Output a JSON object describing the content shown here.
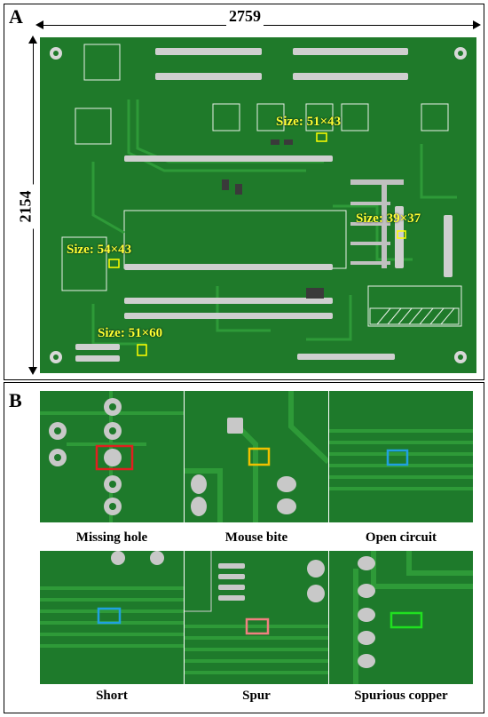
{
  "panel_a": {
    "letter": "A",
    "width_label": "2759",
    "height_label": "2154",
    "size_labels": [
      "Size: 51×43",
      "Size: 39×37",
      "Size: 54×43",
      "Size: 51×60"
    ],
    "box_color": "#ffff00"
  },
  "panel_b": {
    "letter": "B",
    "defects": [
      {
        "label": "Missing hole",
        "box_color": "#e02020"
      },
      {
        "label": "Mouse bite",
        "box_color": "#f0c000"
      },
      {
        "label": "Open circuit",
        "box_color": "#20a0e0"
      },
      {
        "label": "Short",
        "box_color": "#20a0e0"
      },
      {
        "label": "Spur",
        "box_color": "#f08080"
      },
      {
        "label": "Spurious copper",
        "box_color": "#20e020"
      }
    ]
  },
  "colors": {
    "pcb_green": "#1f7a2a",
    "trace_green": "#2e9a38",
    "pad_silver": "#c8c8c8"
  }
}
